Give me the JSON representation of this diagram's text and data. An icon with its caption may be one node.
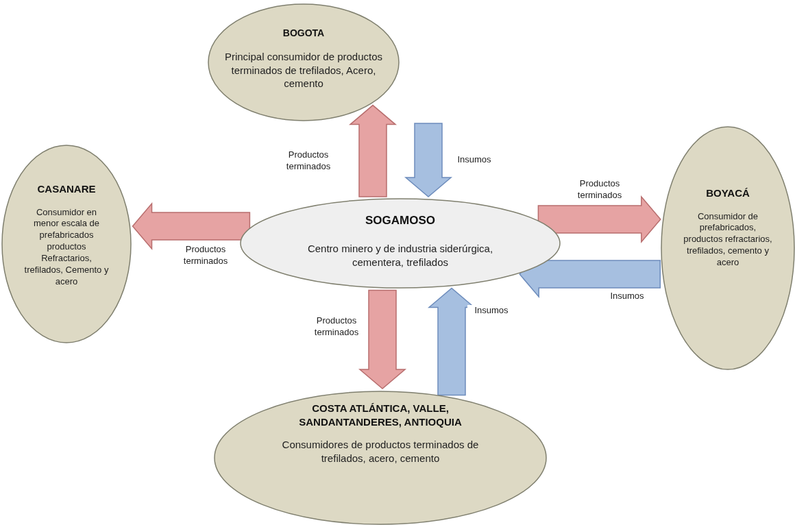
{
  "diagram": {
    "nodes": [
      {
        "text": [
          "BOGOTA",
          "Principal consumidor de productos terminados de trefilados, Acero, cemento"
        ]
      },
      {
        "text": [
          "CASANARE",
          "Consumidor en menor escala de prefabricados productos Refractarios, trefilados, Cemento y acero"
        ]
      },
      {
        "text": [
          "SOGAMOSO",
          "Centro minero y de industria siderúrgica, cementera, trefilados"
        ]
      },
      {
        "text": [
          "BOYACÁ",
          "Consumidor de prefabricados, productos refractarios, trefilados, cemento y acero"
        ]
      },
      {
        "text": [
          "COSTA ATLÁNTICA, VALLE, SANDANTANDERES, ANTIOQUIA",
          "Consumidores de productos terminados de trefilados, acero, cemento"
        ]
      }
    ],
    "edges": [
      {
        "from": 2,
        "to": 0,
        "arrow": "to",
        "label": "Productos terminados"
      },
      {
        "from": 0,
        "to": 2,
        "arrow": "to",
        "label": "Insumos",
        "color": "#a6bfe0"
      },
      {
        "from": 2,
        "to": 3,
        "arrow": "to",
        "label": "Productos terminados"
      },
      {
        "from": 2,
        "to": 1,
        "arrow": "to",
        "label": "Productos terminados"
      },
      {
        "from": 3,
        "to": 2,
        "arrow": "to",
        "label": "Insumos",
        "color": "#a6bfe0"
      },
      {
        "from": 2,
        "to": 4,
        "arrow": "to",
        "label": "Productos terminados"
      },
      {
        "from": 4,
        "to": 2,
        "arrow": "to",
        "label": "Insumos",
        "color": "#a6bfe0"
      }
    ]
  }
}
